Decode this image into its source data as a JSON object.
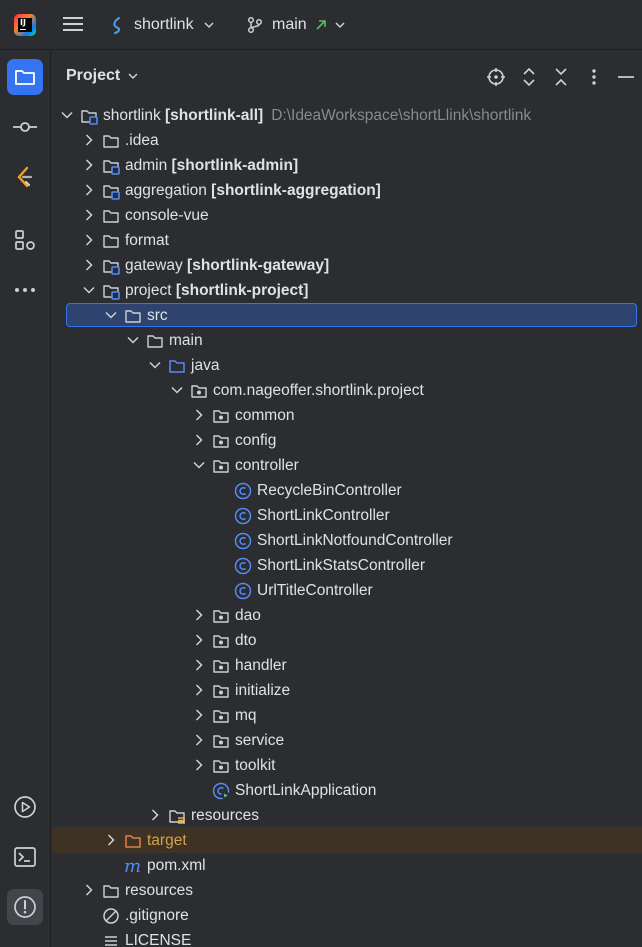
{
  "titlebar": {
    "project_name": "shortlink",
    "branch": "main",
    "logo": "intellij-idea-logo"
  },
  "toolstrip": {
    "items": [
      {
        "name": "project-icon",
        "active": true
      },
      {
        "name": "commit-icon"
      },
      {
        "name": "leetcode-icon"
      },
      {
        "name": "structure-icon"
      },
      {
        "name": "more-icon"
      },
      {
        "name": "run-icon"
      },
      {
        "name": "terminal-icon"
      },
      {
        "name": "problems-icon"
      }
    ]
  },
  "panel": {
    "title": "Project"
  },
  "tree": {
    "root": {
      "label": "shortlink",
      "module": "[shortlink-all]",
      "path": "D:\\IdeaWorkspace\\shortLlink\\shortlink"
    },
    "rows": [
      {
        "label": ".idea",
        "module": ""
      },
      {
        "label": "admin",
        "module": "[shortlink-admin]"
      },
      {
        "label": "aggregation",
        "module": "[shortlink-aggregation]"
      },
      {
        "label": "console-vue",
        "module": ""
      },
      {
        "label": "format",
        "module": ""
      },
      {
        "label": "gateway",
        "module": "[shortlink-gateway]"
      },
      {
        "label": "project",
        "module": "[shortlink-project]"
      },
      {
        "label": "src",
        "module": ""
      },
      {
        "label": "main",
        "module": ""
      },
      {
        "label": "java",
        "module": ""
      },
      {
        "label": "com.nageoffer.shortlink.project",
        "module": ""
      },
      {
        "label": "common",
        "module": ""
      },
      {
        "label": "config",
        "module": ""
      },
      {
        "label": "controller",
        "module": ""
      },
      {
        "label": "RecycleBinController",
        "module": ""
      },
      {
        "label": "ShortLinkController",
        "module": ""
      },
      {
        "label": "ShortLinkNotfoundController",
        "module": ""
      },
      {
        "label": "ShortLinkStatsController",
        "module": ""
      },
      {
        "label": "UrlTitleController",
        "module": ""
      },
      {
        "label": "dao",
        "module": ""
      },
      {
        "label": "dto",
        "module": ""
      },
      {
        "label": "handler",
        "module": ""
      },
      {
        "label": "initialize",
        "module": ""
      },
      {
        "label": "mq",
        "module": ""
      },
      {
        "label": "service",
        "module": ""
      },
      {
        "label": "toolkit",
        "module": ""
      },
      {
        "label": "ShortLinkApplication",
        "module": ""
      },
      {
        "label": "resources",
        "module": ""
      },
      {
        "label": "target",
        "module": ""
      },
      {
        "label": "pom.xml",
        "module": ""
      },
      {
        "label": "resources",
        "module": ""
      },
      {
        "label": ".gitignore",
        "module": ""
      },
      {
        "label": "LICENSE",
        "module": ""
      }
    ]
  },
  "colors": {
    "accent": "#3574f0",
    "selection": "#2e436e",
    "excluded_text": "#d5a34a",
    "class_icon": "#548af7",
    "module_marker": "#3574f0"
  }
}
